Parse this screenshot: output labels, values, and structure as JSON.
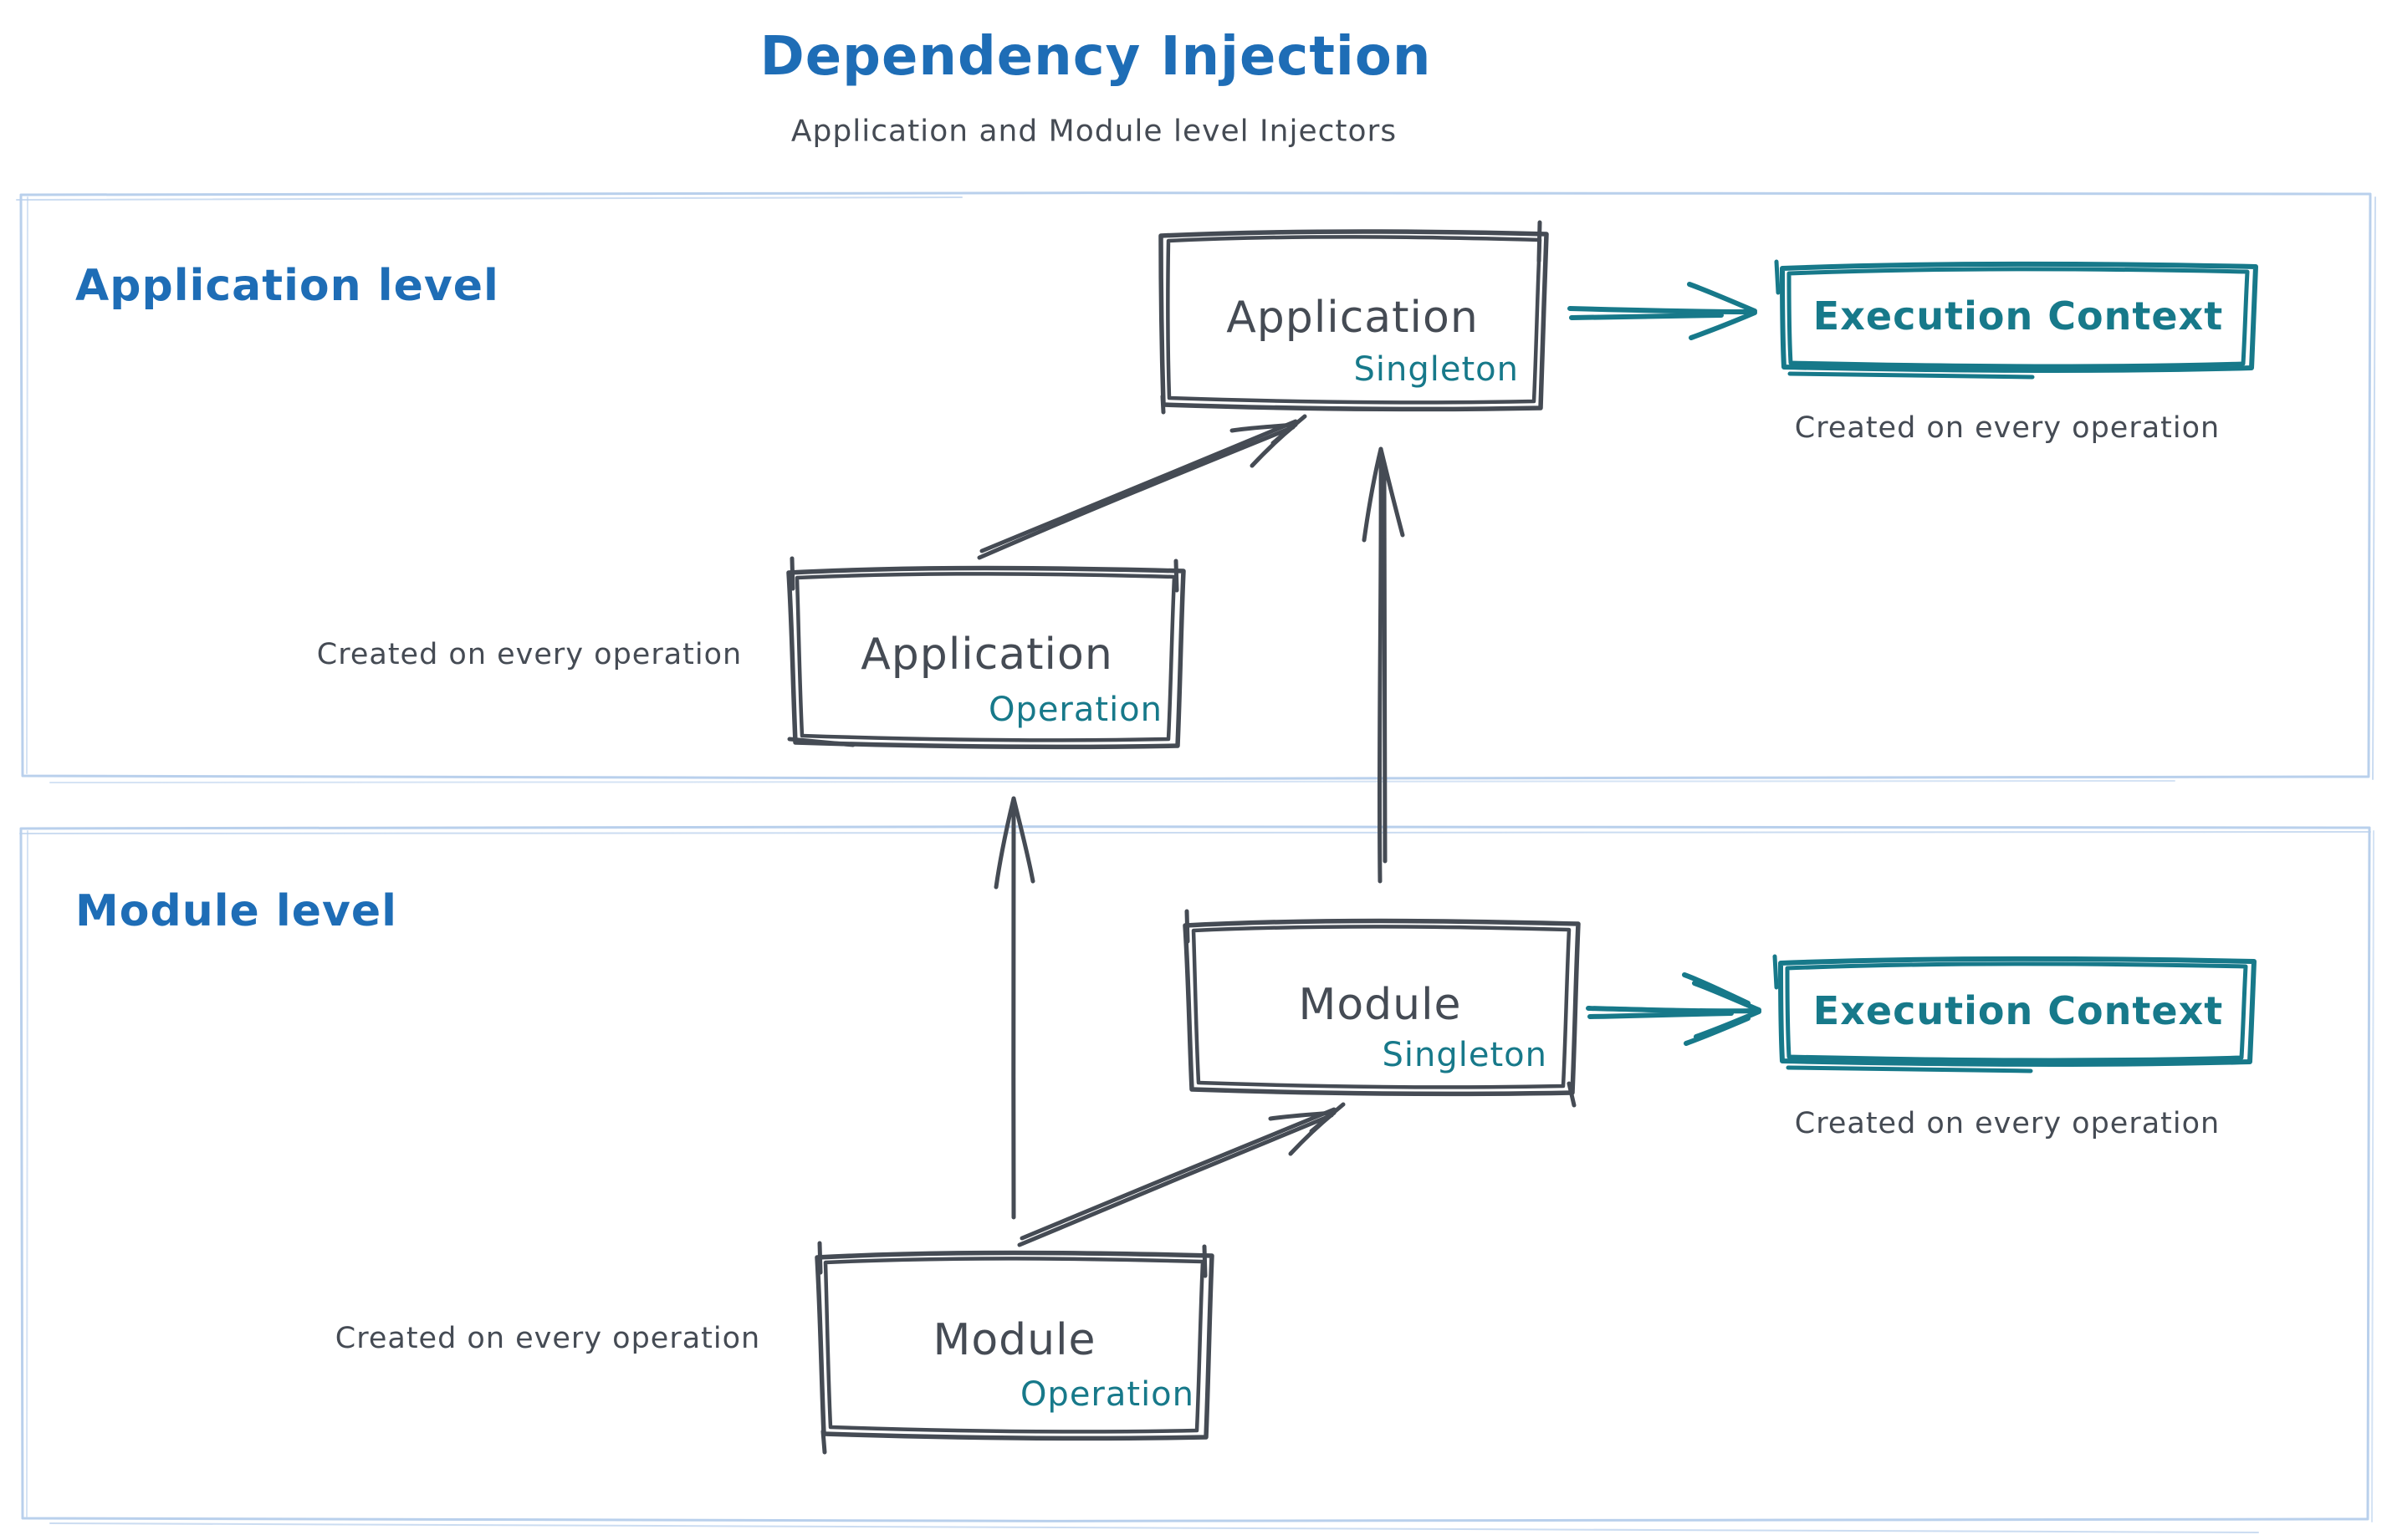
{
  "page": {
    "title": "Dependency Injection",
    "subtitle": "Application and Module level Injectors"
  },
  "colors": {
    "title_blue": "#1e6db6",
    "dark_slate": "#454b54",
    "teal": "#17798a",
    "container_border": "#b9d0ec"
  },
  "application_level": {
    "label": "Application level",
    "singleton": {
      "name": "Application",
      "scope": "Singleton"
    },
    "operation": {
      "name": "Application",
      "scope": "Operation",
      "caption": "Created on every operation"
    },
    "execution_context": {
      "label": "Execution Context",
      "caption": "Created on every operation"
    }
  },
  "module_level": {
    "label": "Module level",
    "singleton": {
      "name": "Module",
      "scope": "Singleton"
    },
    "operation": {
      "name": "Module",
      "scope": "Operation",
      "caption": "Created on every operation"
    },
    "execution_context": {
      "label": "Execution Context",
      "caption": "Created on every operation"
    }
  }
}
